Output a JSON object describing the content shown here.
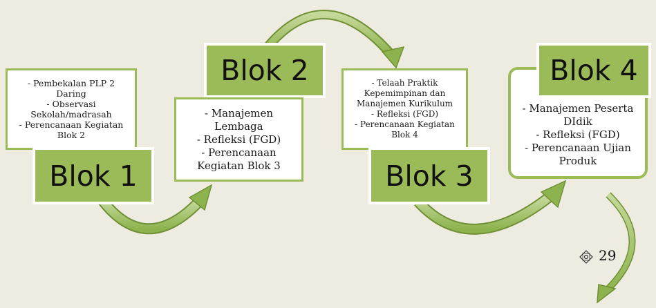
{
  "blocks": [
    {
      "label": "Blok 1",
      "items": [
        "- Pembekalan PLP 2",
        "Daring",
        "- Observasi",
        "Sekolah/madrasah",
        "- Perencanaan Kegiatan",
        "Blok 2"
      ]
    },
    {
      "label": "Blok 2",
      "items": [
        "- Manajemen",
        "Lembaga",
        "- Refleksi (FGD)",
        "- Perencanaan",
        "Kegiatan Blok 3"
      ]
    },
    {
      "label": "Blok 3",
      "items": [
        "- Telaah Praktik",
        "Kepemimpinan dan",
        "Manajemen Kurikulum",
        "- Refleksi (FGD)",
        "- Perencanaan Kegiatan",
        "Blok 4"
      ]
    },
    {
      "label": "Blok 4",
      "items": [
        "- Manajemen Peserta",
        "DIdik",
        "- Refleksi (FGD)",
        "- Perencanaan Ujian",
        "Produk"
      ]
    }
  ],
  "page_number": "29",
  "icon": "page-ornament-icon",
  "colors": {
    "accent": "#9bbb59",
    "accent_dark": "#76923c",
    "background": "#eeece1"
  }
}
